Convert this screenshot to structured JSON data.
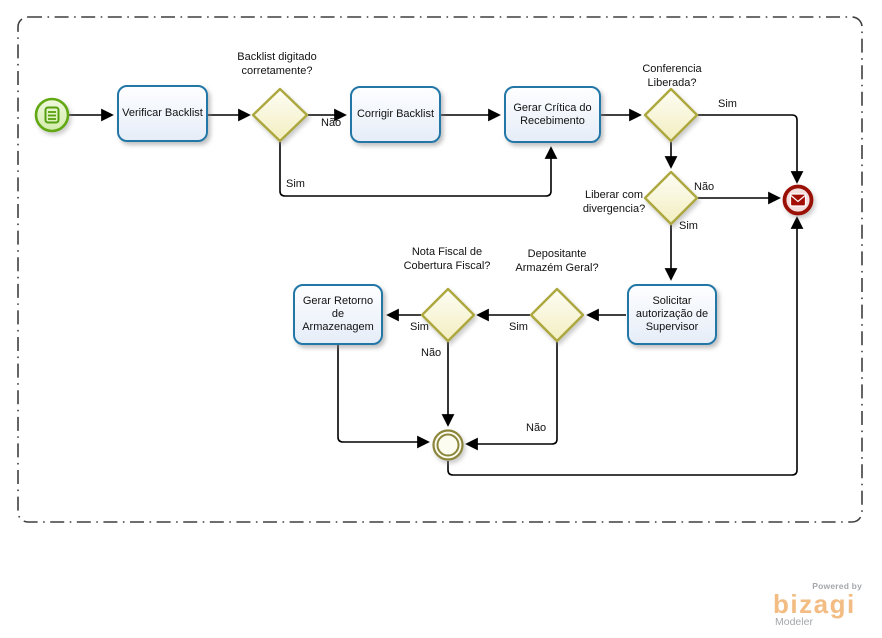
{
  "colors": {
    "task_border": "#2277a7",
    "task_fill_top": "#fdfeff",
    "task_fill_bottom": "#e6edf8",
    "gateway_border": "#ada83e",
    "gateway_fill_top": "#fdfdf4",
    "gateway_fill_bottom": "#f3eec0",
    "start_border": "#61a813",
    "start_fill": "#e4f4c8",
    "end_border": "#9a1005",
    "end_fill": "#f4dfde",
    "envelope_fill": "#a30d04",
    "intermediate_border": "#8b863b",
    "intermediate_fill": "#fdfcf1",
    "connector": "#000000",
    "brand_orange": "#f2bc83",
    "brand_gray": "#a4a8ac"
  },
  "tasks": {
    "verificar_backlist": {
      "label": "Verificar Backlist"
    },
    "corrigir_backlist": {
      "label": "Corrigir Backlist"
    },
    "gerar_critica": {
      "label": "Gerar Crítica do Recebimento"
    },
    "solicitar_autorizacao": {
      "label": "Solicitar autorização de Supervisor"
    },
    "gerar_retorno": {
      "label": "Gerar Retorno de Armazenagem"
    }
  },
  "gateways": {
    "backlist_digitado": {
      "label": "Backlist digitado corretamente?"
    },
    "conferencia_liberada": {
      "label": "Conferencia Liberada?"
    },
    "liberar_divergencia": {
      "label": "Liberar com divergencia?"
    },
    "depositante_armazem": {
      "label": "Depositante Armazém Geral?"
    },
    "nota_fiscal": {
      "label": "Nota Fiscal de Cobertura Fiscal?"
    }
  },
  "flow_labels": {
    "backlist_nao": "Não",
    "backlist_sim": "Sim",
    "conferencia_sim": "Sim",
    "liberar_nao": "Não",
    "liberar_sim": "Sim",
    "depositante_sim": "Sim",
    "depositante_nao": "Não",
    "nota_sim": "Sim",
    "nota_nao": "Não"
  },
  "branding": {
    "powered_by": "Powered by",
    "brand": "bizagi",
    "product": "Modeler"
  }
}
